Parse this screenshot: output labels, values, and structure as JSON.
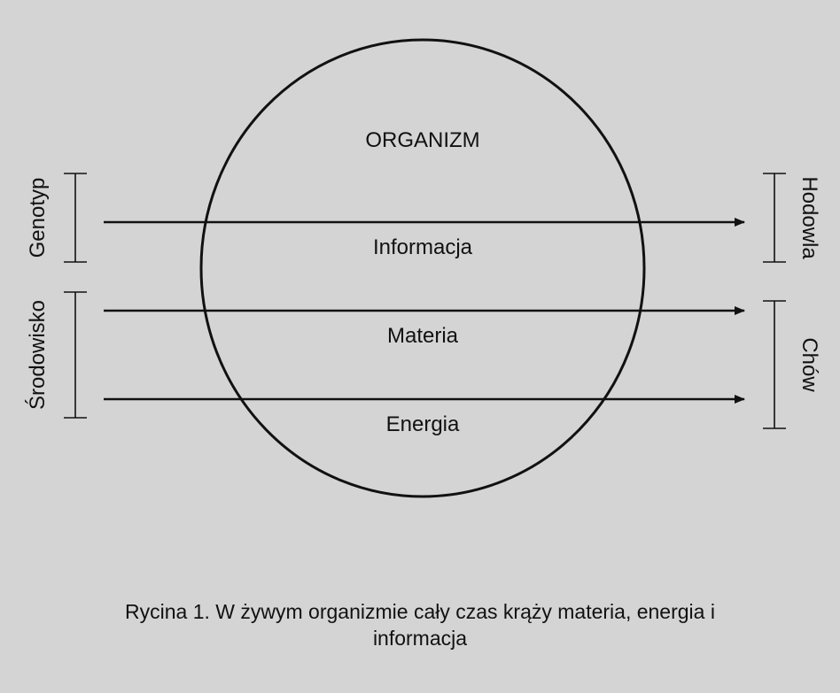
{
  "diagram": {
    "title": "ORGANIZM",
    "flows": [
      "Informacja",
      "Materia",
      "Energia"
    ],
    "left_labels": {
      "top": "Genotyp",
      "bottom": "Środowisko"
    },
    "right_labels": {
      "top": "Hodowla",
      "bottom": "Chów"
    }
  },
  "caption": {
    "line1": "Rycina 1. W żywym organizmie cały czas krąży materia, energia i",
    "line2": "informacja"
  }
}
